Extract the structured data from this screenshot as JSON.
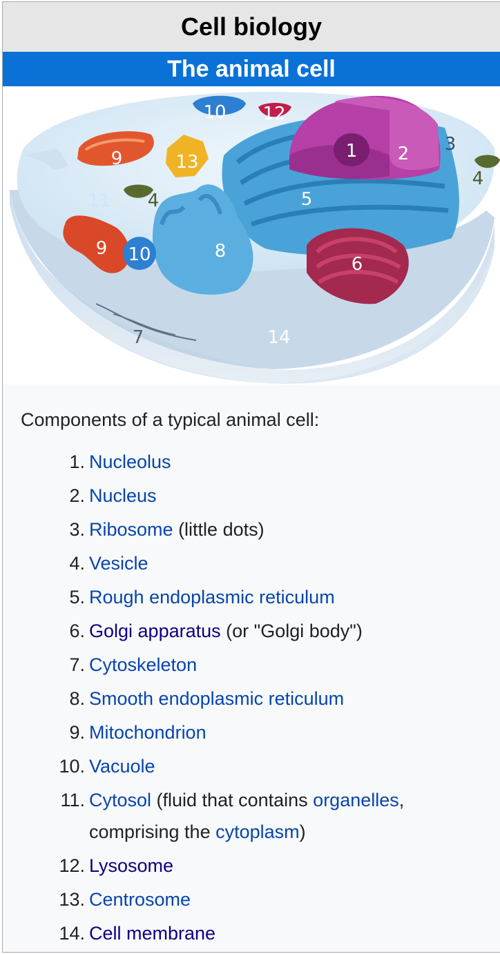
{
  "infobox": {
    "title": "Cell biology",
    "subtitle": "The animal cell"
  },
  "diagram": {
    "labels": {
      "nucleolus": "1",
      "nucleus": "2",
      "ribosome": "3",
      "vesicle_left": "4",
      "vesicle_right": "4",
      "rough_er": "5",
      "golgi": "6",
      "cytoskeleton": "7",
      "smooth_er": "8",
      "mitochondrion_top": "9",
      "mitochondrion_left": "9",
      "vacuole_top": "10",
      "vacuole_left": "10",
      "cytosol": "11",
      "lysosome": "12",
      "centrosome": "13",
      "cell_membrane": "14"
    }
  },
  "caption": {
    "intro": "Components of a typical animal cell:",
    "items": [
      {
        "num": "1.",
        "link": "Nucleolus",
        "rest": ""
      },
      {
        "num": "2.",
        "link": "Nucleus",
        "rest": ""
      },
      {
        "num": "3.",
        "link": "Ribosome",
        "rest": " (little dots)"
      },
      {
        "num": "4.",
        "link": "Vesicle",
        "rest": ""
      },
      {
        "num": "5.",
        "link": "Rough endoplasmic reticulum",
        "rest": ""
      },
      {
        "num": "6.",
        "link": "Golgi apparatus",
        "rest": " (or \"Golgi body\")"
      },
      {
        "num": "7.",
        "link": "Cytoskeleton",
        "rest": ""
      },
      {
        "num": "8.",
        "link": "Smooth endoplasmic reticulum",
        "rest": ""
      },
      {
        "num": "9.",
        "link": "Mitochondrion",
        "rest": ""
      },
      {
        "num": "10.",
        "link": "Vacuole",
        "rest": ""
      },
      {
        "num": "11.",
        "link": "Cytosol",
        "rest1": " (fluid that contains ",
        "link2": "organelles",
        "rest2": ",",
        "rest3": "comprising the ",
        "link3": "cytoplasm",
        "rest4": ")"
      },
      {
        "num": "12.",
        "link": "Lysosome",
        "rest": ""
      },
      {
        "num": "13.",
        "link": "Centrosome",
        "rest": ""
      },
      {
        "num": "14.",
        "link": "Cell membrane",
        "rest": ""
      }
    ]
  },
  "colors": {
    "title_bg": "#e6e6e6",
    "subtitle_bg": "#0a72d6",
    "link": "#0645ad",
    "visited_link": "#0b0080"
  }
}
